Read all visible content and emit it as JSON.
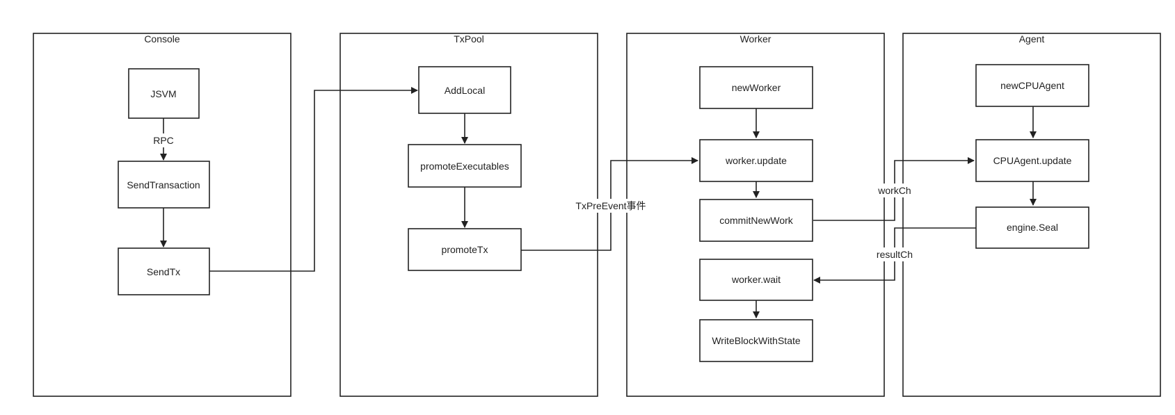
{
  "groups": {
    "console": "Console",
    "txpool": "TxPool",
    "worker": "Worker",
    "agent": "Agent"
  },
  "nodes": {
    "jsvm": "JSVM",
    "send_transaction": "SendTransaction",
    "send_tx": "SendTx",
    "add_local": "AddLocal",
    "promote_executables": "promoteExecutables",
    "promote_tx": "promoteTx",
    "new_worker": "newWorker",
    "worker_update": "worker.update",
    "commit_new_work": "commitNewWork",
    "worker_wait": "worker.wait",
    "write_block_with_state": "WriteBlockWithState",
    "new_cpu_agent": "newCPUAgent",
    "cpu_agent_update": "CPUAgent.update",
    "engine_seal": "engine.Seal"
  },
  "edges": {
    "rpc": "RPC",
    "tx_pre_event": "TxPreEvent事件",
    "work_ch": "workCh",
    "result_ch": "resultCh"
  }
}
